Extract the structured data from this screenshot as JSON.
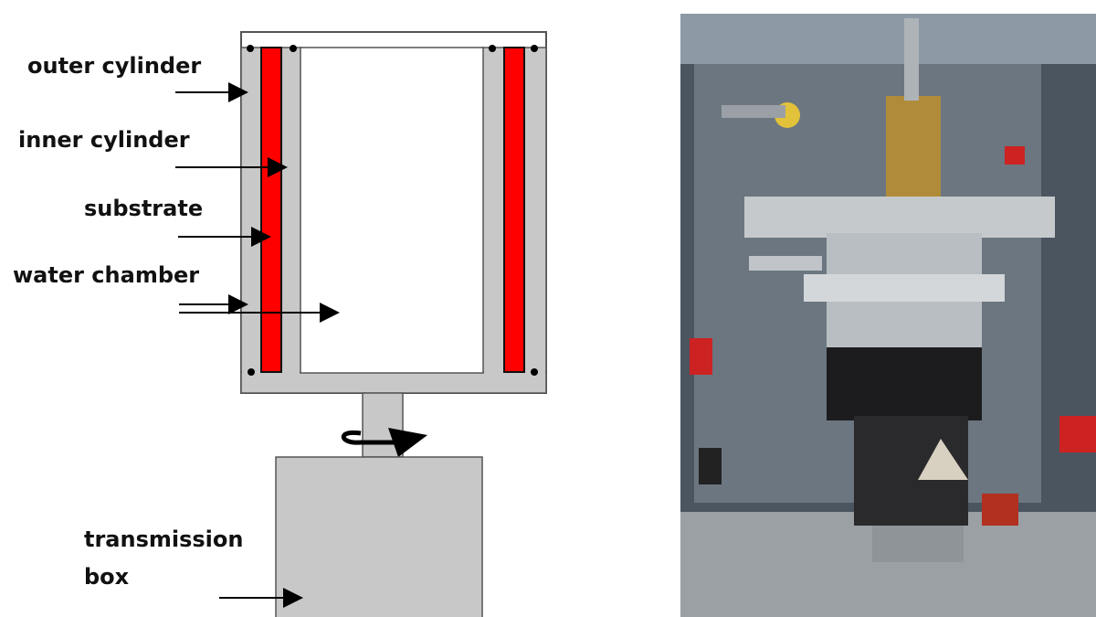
{
  "labels": {
    "outer_cylinder": "outer cylinder",
    "inner_cylinder": "inner cylinder",
    "substrate": "substrate",
    "water_chamber": "water chamber",
    "transmission_box_line1": "transmission",
    "transmission_box_line2": "box"
  },
  "colors": {
    "wall": "#c8c8c8",
    "substrate": "#ff0000",
    "outline": "#333333"
  }
}
